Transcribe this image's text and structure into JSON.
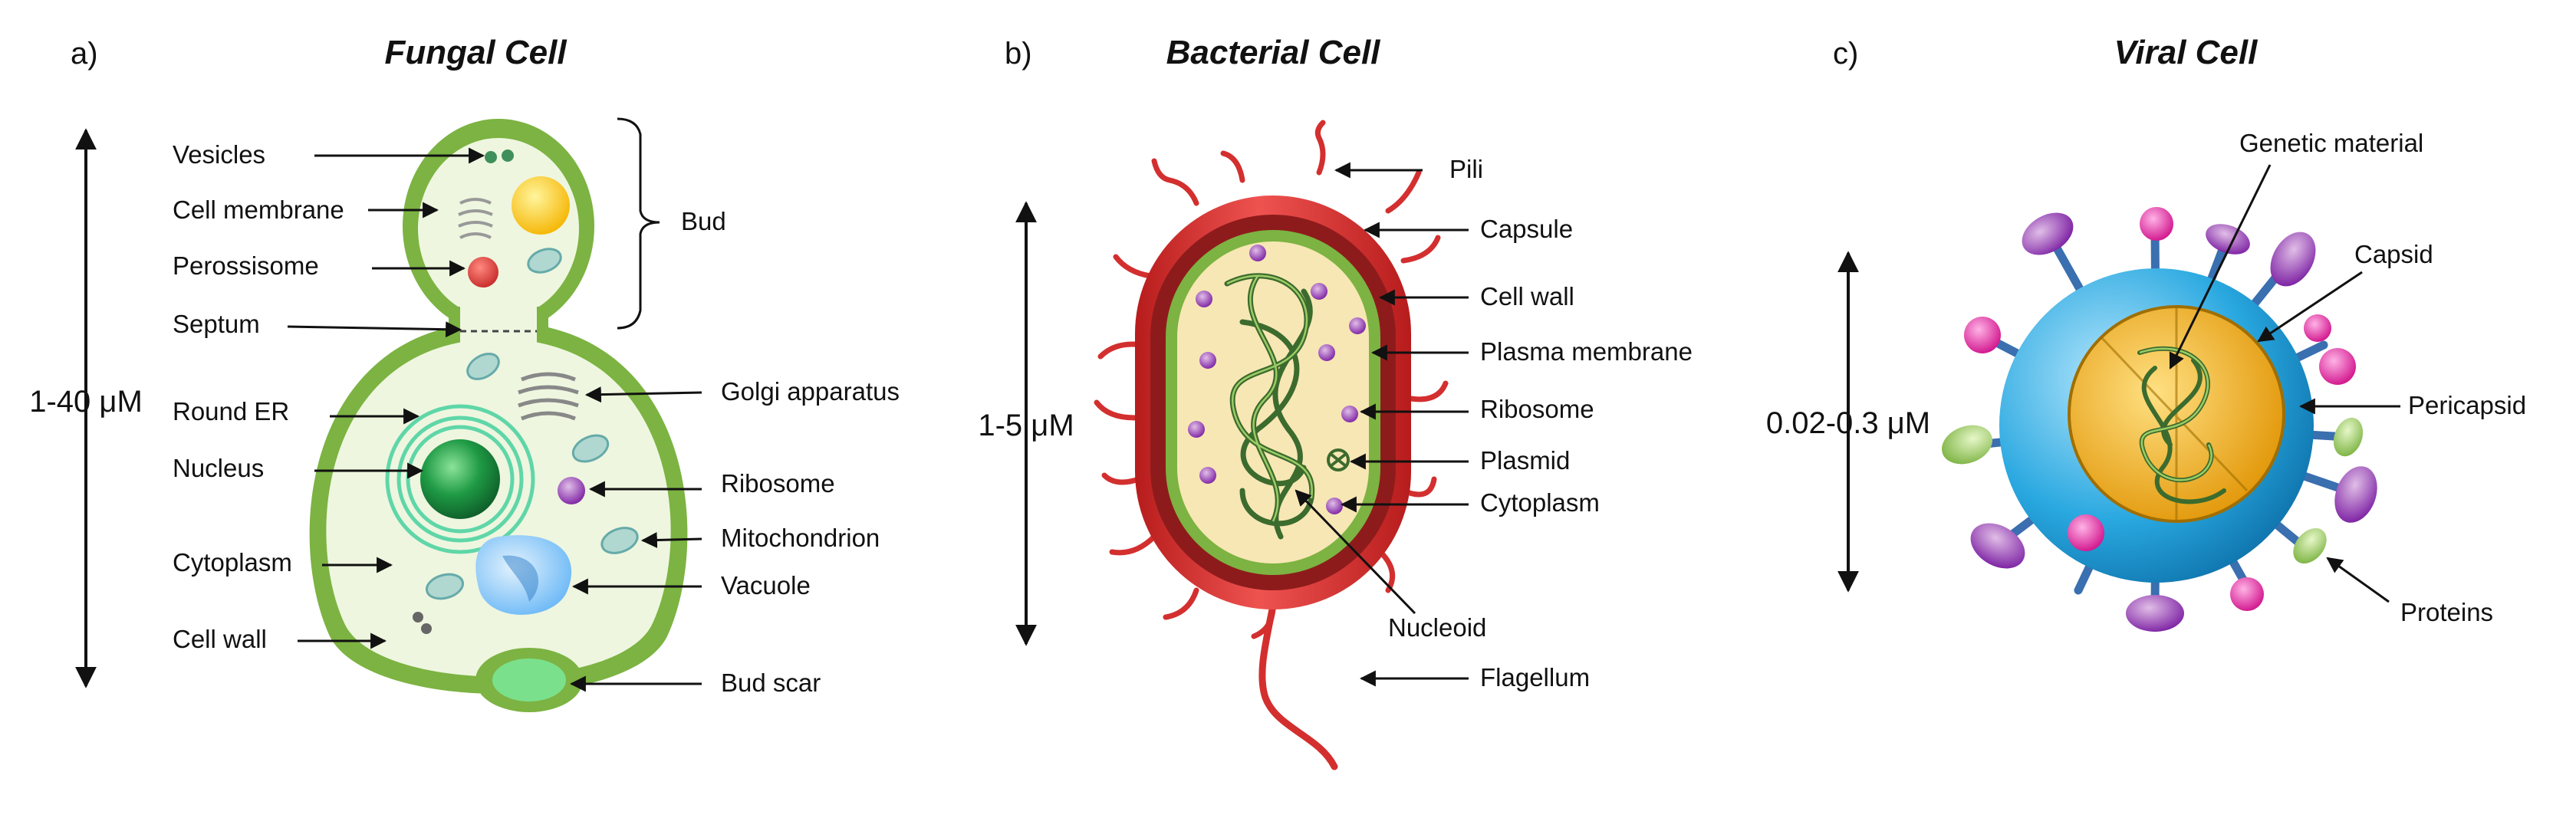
{
  "panels": [
    {
      "letter": "a)",
      "title": "Fungal Cell",
      "scale": "1-40 μM",
      "labels": {
        "vesicles": "Vesicles",
        "cell_membrane": "Cell membrane",
        "perossisome": "Perossisome",
        "septum": "Septum",
        "bud": "Bud",
        "round_er": "Round ER",
        "golgi": "Golgi apparatus",
        "nucleus": "Nucleus",
        "ribosome": "Ribosome",
        "mitochondrion": "Mitochondrion",
        "cytoplasm": "Cytoplasm",
        "vacuole": "Vacuole",
        "cell_wall": "Cell wall",
        "bud_scar": "Bud scar"
      }
    },
    {
      "letter": "b)",
      "title": "Bacterial Cell",
      "scale": "1-5 μM",
      "labels": {
        "pili": "Pili",
        "capsule": "Capsule",
        "cell_wall": "Cell wall",
        "plasma_membrane": "Plasma membrane",
        "ribosome": "Ribosome",
        "plasmid": "Plasmid",
        "cytoplasm": "Cytoplasm",
        "nucleoid": "Nucleoid",
        "flagellum": "Flagellum"
      }
    },
    {
      "letter": "c)",
      "title": "Viral Cell",
      "scale": "0.02-0.3 μM",
      "labels": {
        "genetic_material": "Genetic material",
        "capsid": "Capsid",
        "pericapsid": "Pericapsid",
        "proteins": "Proteins"
      }
    }
  ],
  "colors": {
    "fungal_wall": "#7cb342",
    "fungal_cytoplasm": "#eef6df",
    "nucleus": "#1b8a3a",
    "bacterial_capsule": "#d32f2f",
    "bacterial_cytoplasm": "#f7e7b4",
    "viral_envelope": "#29a8e0",
    "capsid": "#f2a900",
    "spike_purple": "#8e24aa",
    "spike_magenta": "#e91e9c",
    "spike_lime": "#9ccc65"
  }
}
